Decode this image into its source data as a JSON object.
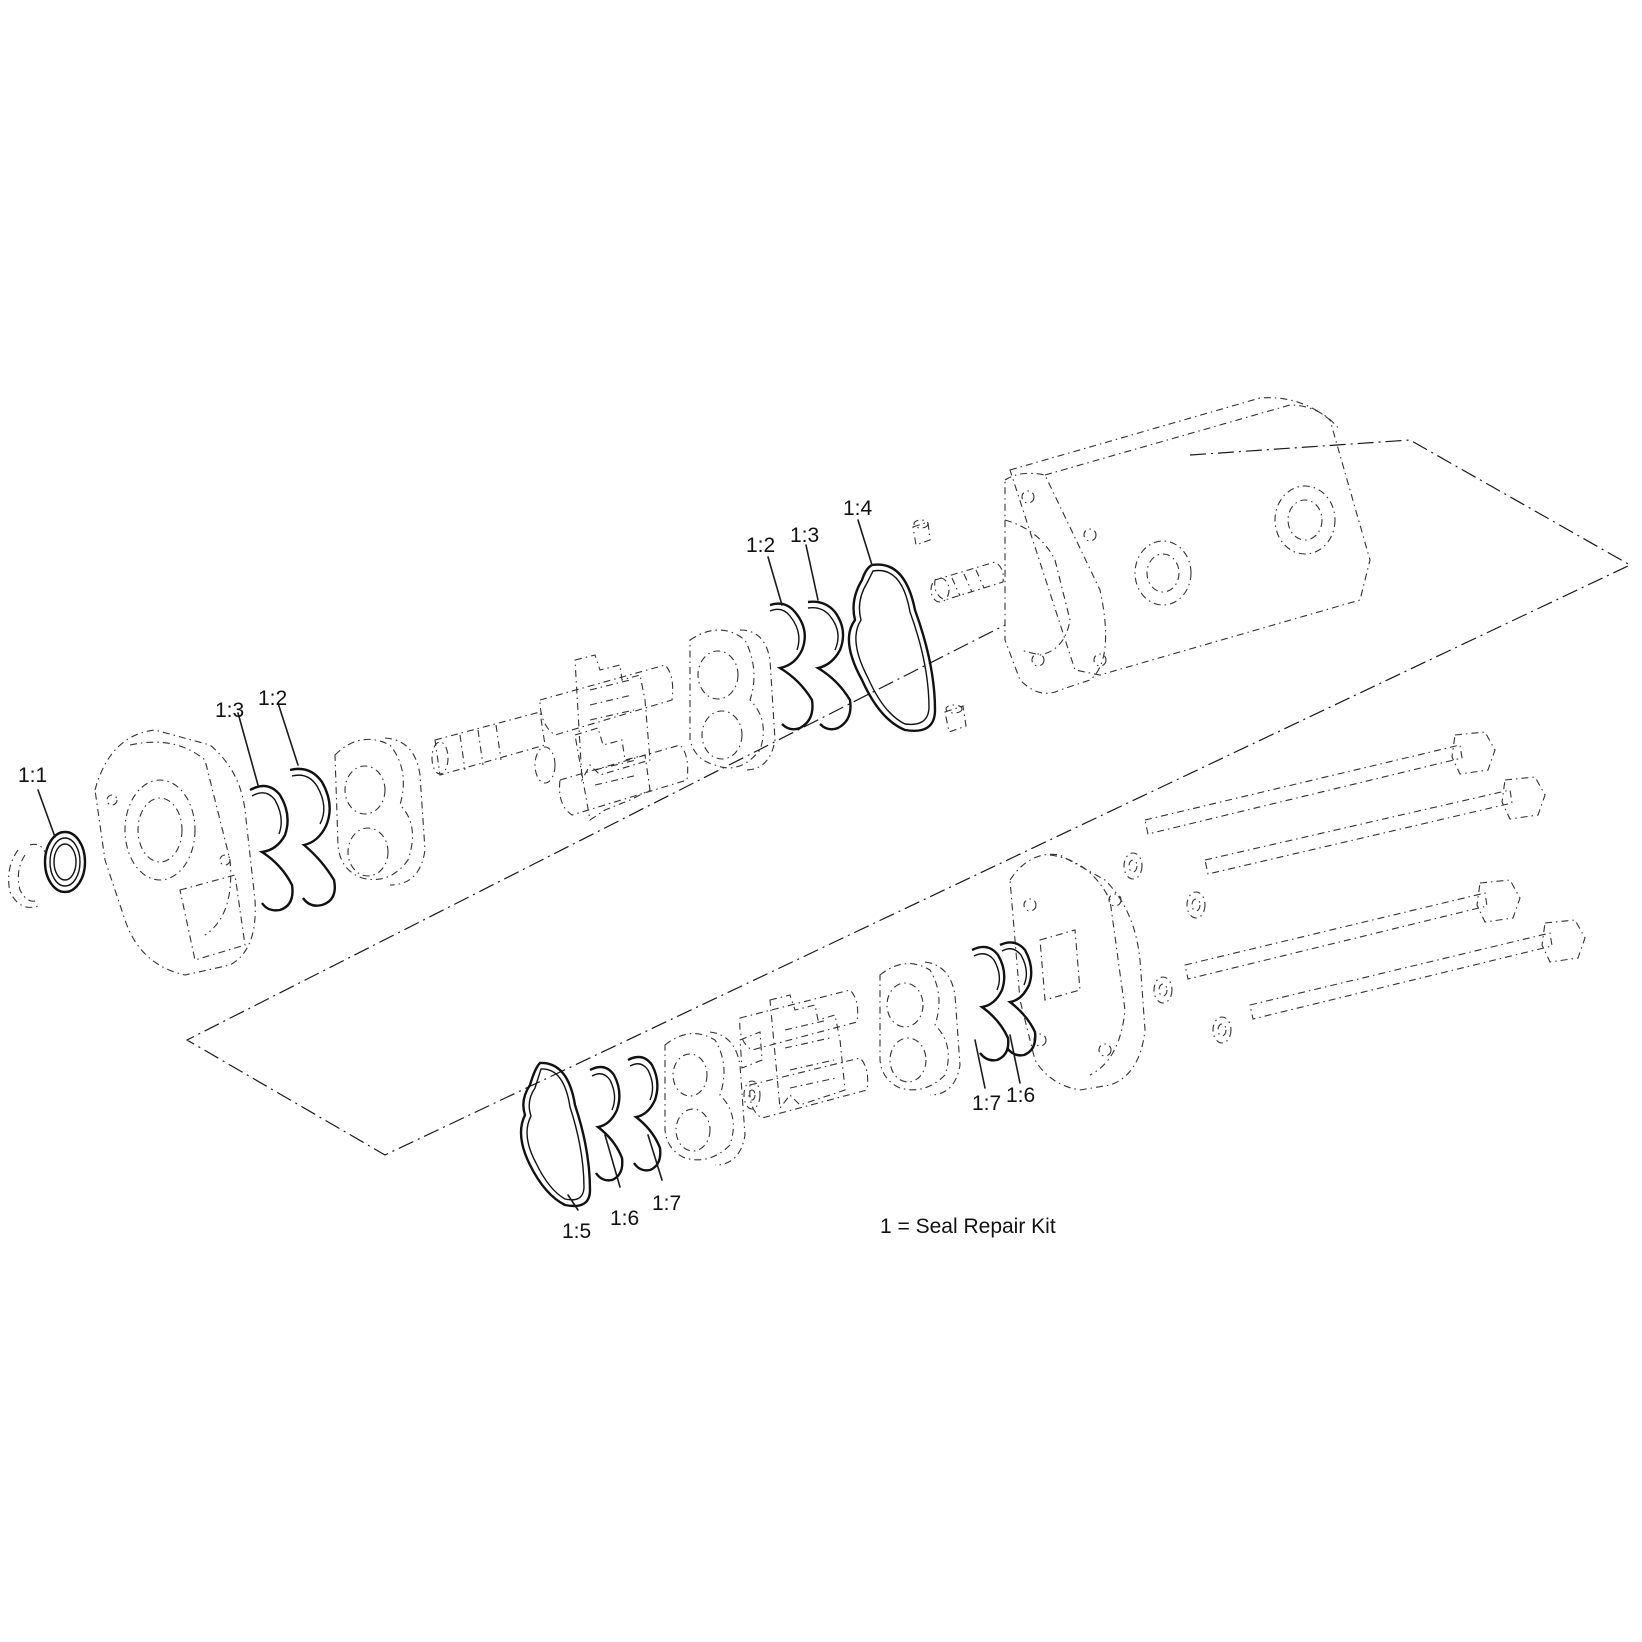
{
  "callouts": {
    "c1": "1:1",
    "c2": "1:3",
    "c3": "1:2",
    "c4": "1:2",
    "c5": "1:3",
    "c6": "1:4",
    "c7": "1:5",
    "c8": "1:6",
    "c9": "1:7",
    "c10": "1:7",
    "c11": "1:6"
  },
  "legend": "1 = Seal Repair Kit"
}
